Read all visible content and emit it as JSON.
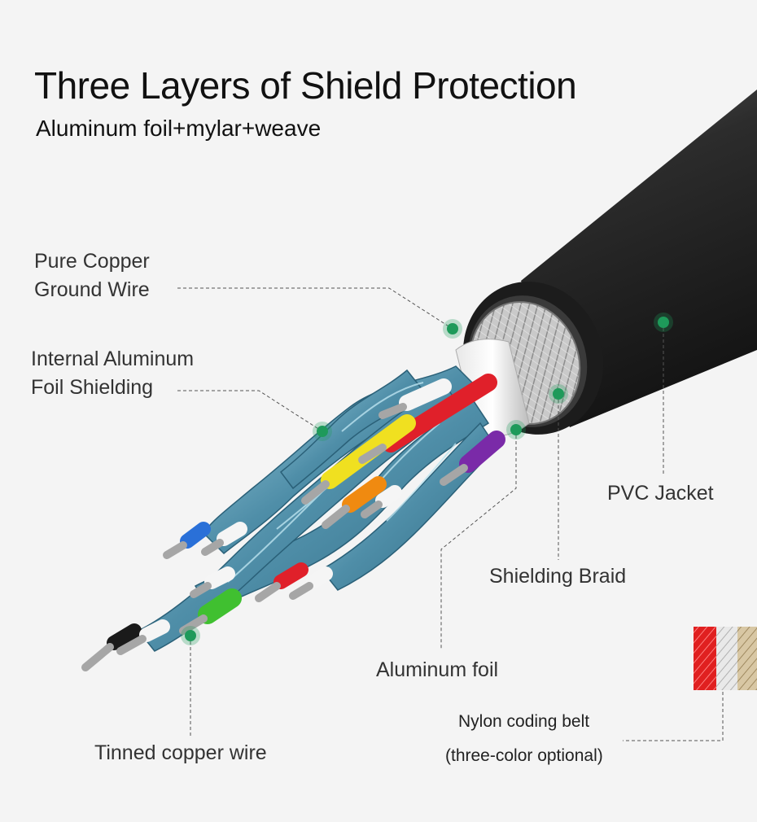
{
  "header": {
    "title": "Three Layers of Shield Protection",
    "subtitle": "Aluminum foil+mylar+weave"
  },
  "callouts": {
    "copper_ground_line1": "Pure Copper",
    "copper_ground_line2": "Ground Wire",
    "internal_foil_line1": "Internal Aluminum",
    "internal_foil_line2": "Foil Shielding",
    "pvc_jacket": "PVC Jacket",
    "shielding_braid": "Shielding Braid",
    "aluminum_foil": "Aluminum foil",
    "tinned_copper": "Tinned copper wire",
    "nylon_line1": "Nylon coding belt",
    "nylon_line2": "(three-color optional)"
  },
  "colors": {
    "background": "#f4f4f4",
    "marker": "#1e9a5a",
    "jacket": "#2a2a2a",
    "foil": "#5fa0b8",
    "wire_colors": [
      "#ffffff",
      "#e0202a",
      "#f0e020",
      "#f08a10",
      "#7a2aa8",
      "#2a70d8",
      "#40c030",
      "#1a1a1a"
    ]
  }
}
